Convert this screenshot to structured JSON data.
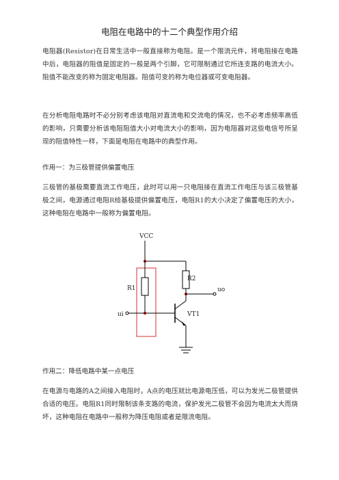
{
  "document": {
    "title": "电阻在电路中的十二个典型作用介绍",
    "intro_1": "电阻器(Resistor)在日常生活中一般直接称为电阻。是一个限流元件，将电阻接在电路中后，电阻器的阻值是固定的一般是两个引脚，它可限制通过它所连支路的电流大小。阻值不能改变的称为固定电阻器。阻值可变的称为电位器或可变电阻器。",
    "intro_2": "在分析电阻电路时不必分别考虑该电阻对直流电和交流电的情况，也不必考虑频率高低的影响，只需要分析该电阻阻值大小对电流大小的影响，因为电阻器对这些电信号所呈现的阻值特性一样，下面是电阻在电路中的典型作用。",
    "section_1": {
      "heading": "作用一：为三极管提供偏置电压",
      "body": "三极管的基极需要直流工作电压，此时可以用一只电阻接在直流工作电压与该三极管基极之间，电源通过电阻R给基极提供偏置电压，电阻R1的大小决定了偏置电压的大小，这种电阻在电路中一般称为偏置电阻。"
    },
    "circuit": {
      "vcc_label": "VCC",
      "r1_label": "R1",
      "r2_label": "R2",
      "ui_label": "ui",
      "uo_label": "uo",
      "vt1_label": "VT1",
      "wire_color": "#000000",
      "node_color": "#8b0000",
      "highlight_color": "#d9534f"
    },
    "section_2": {
      "heading": "作用二：降低电路中某一点电压",
      "body": "在电源与电路的A之间接入电阻时，A点的电压就比电源电压低，可以为发光二极管提供合适的电压。电阻R1同时限制该条支路的电流，保护发光二极管不会因为电流太大而烧坏，这种电阻在电路中一般称为降压电阻或者是限流电阻。"
    }
  }
}
